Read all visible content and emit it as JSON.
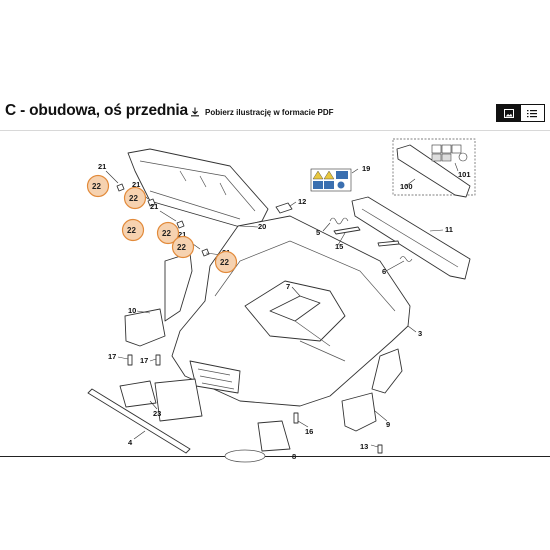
{
  "header": {
    "title": "C - obudowa, oś przednia",
    "pdf_link_label": "Pobierz ilustrację w formacie PDF",
    "view_toggle": {
      "active": "image",
      "options": [
        "image",
        "list"
      ]
    }
  },
  "diagram": {
    "callouts": [
      "21",
      "22",
      "21",
      "22",
      "21",
      "22",
      "21",
      "22",
      "21",
      "22",
      "20",
      "19",
      "12",
      "5",
      "15",
      "6",
      "100",
      "101",
      "11",
      "7",
      "10",
      "3",
      "17",
      "17",
      "23",
      "4",
      "16",
      "9",
      "13",
      "8"
    ],
    "highlighted_callouts": [
      "22",
      "22",
      "22",
      "22",
      "22"
    ],
    "highlight_color": "#f6d2b0",
    "highlight_border": "#e28a3a"
  }
}
